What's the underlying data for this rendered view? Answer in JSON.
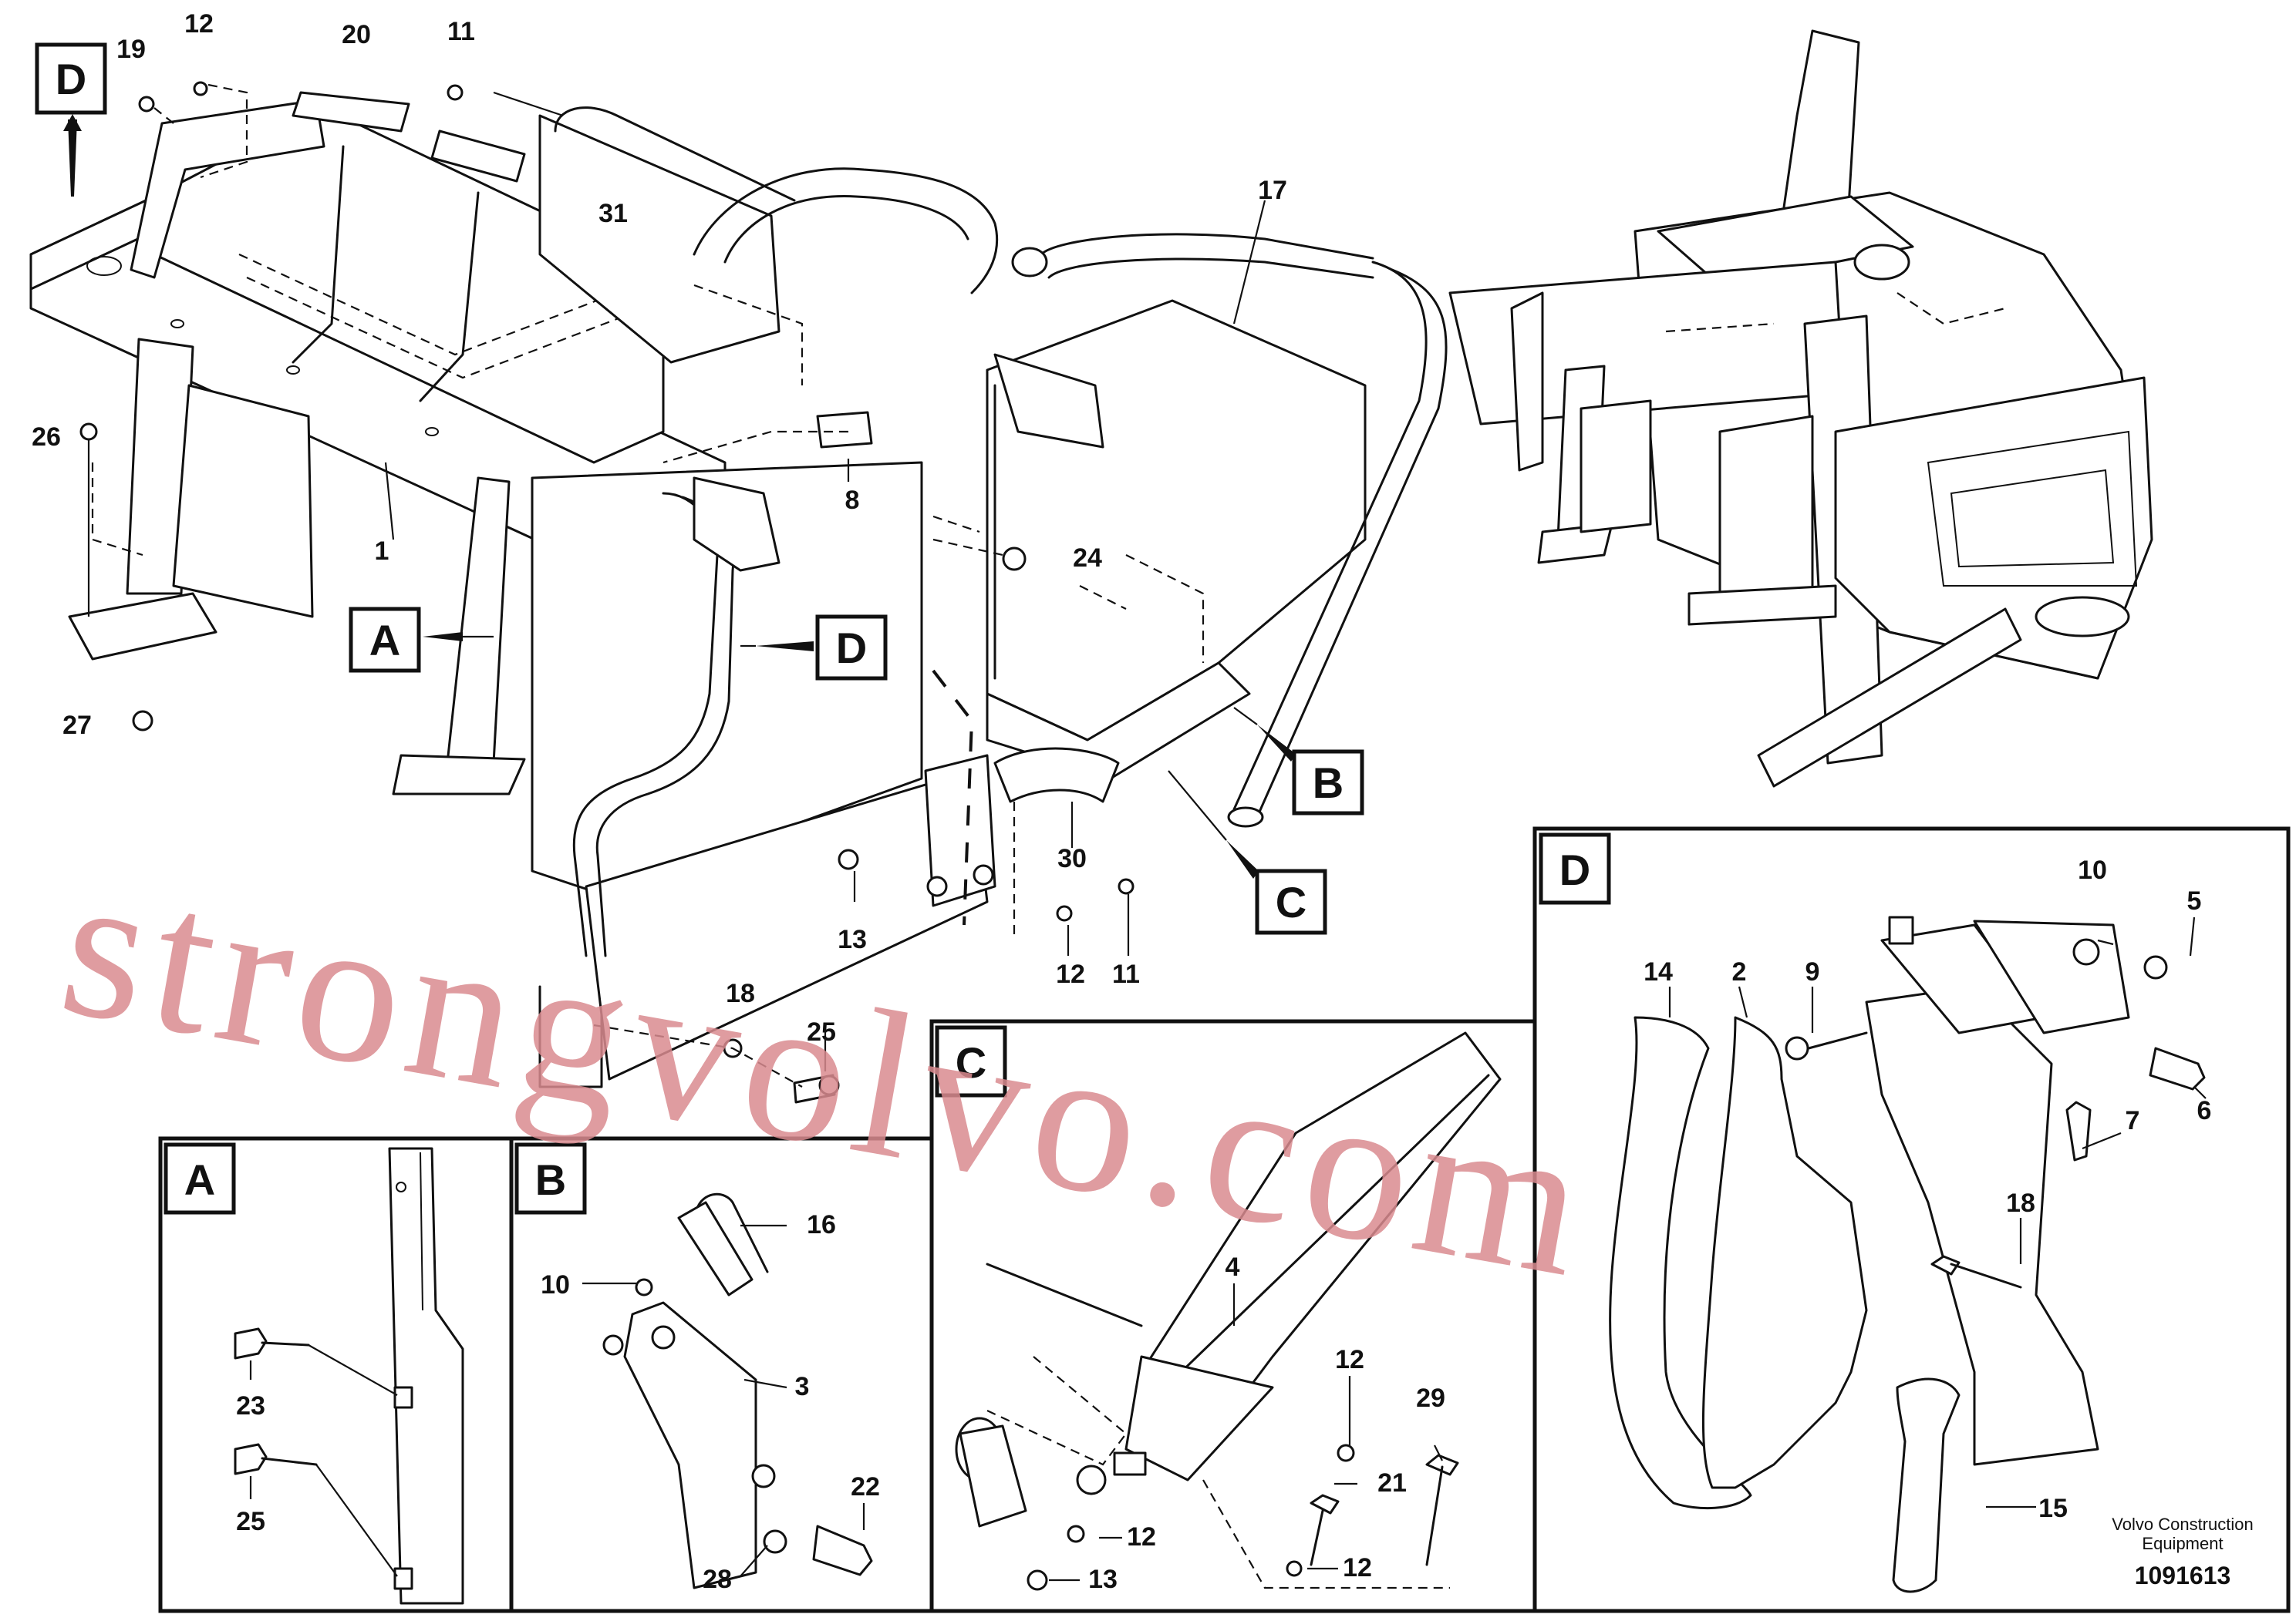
{
  "watermark": "strongvolvo.com",
  "credit": {
    "line1": "Volvo Construction",
    "line2": "Equipment"
  },
  "document_number": "1091613",
  "view_letters": {
    "A": "A",
    "B": "B",
    "C": "C",
    "D": "D"
  },
  "detail_panels": {
    "A": "A",
    "B": "B",
    "C": "C",
    "D": "D"
  },
  "callouts": {
    "main": [
      "19",
      "12",
      "20",
      "11",
      "31",
      "17",
      "26",
      "1",
      "8",
      "24",
      "27",
      "30",
      "13",
      "12",
      "11",
      "18",
      "25"
    ],
    "detail_a": [
      "23",
      "25"
    ],
    "detail_b": [
      "16",
      "10",
      "3",
      "22",
      "28"
    ],
    "detail_c": [
      "4",
      "12",
      "29",
      "21",
      "12",
      "12",
      "13"
    ],
    "detail_d": [
      "10",
      "5",
      "14",
      "2",
      "9",
      "7",
      "6",
      "18",
      "15"
    ]
  },
  "colors": {
    "line": "#111111",
    "watermark": "#d98b8f",
    "background": "#ffffff"
  }
}
